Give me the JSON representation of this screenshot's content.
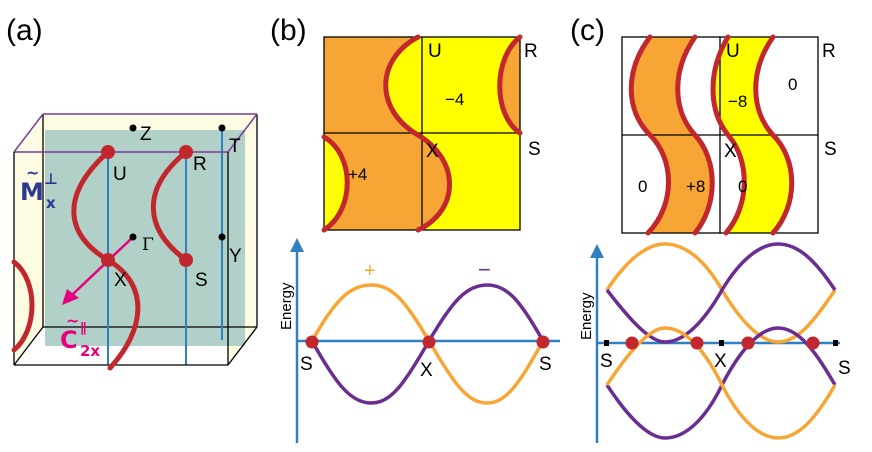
{
  "panels": {
    "a": {
      "label": "(a)"
    },
    "b": {
      "label": "(b)"
    },
    "c": {
      "label": "(c)"
    }
  },
  "panel_a": {
    "points": {
      "Z": "Z",
      "T": "T",
      "U": "U",
      "R": "R",
      "Gamma": "Γ",
      "X": "X",
      "S": "S",
      "Y": "Y"
    },
    "mirror_symbol": "M",
    "mirror_tilde": "~",
    "mirror_sup": "⊥",
    "mirror_sub": "x",
    "rot_symbol": "C",
    "rot_tilde": "~",
    "rot_sup": "∥",
    "rot_sub": "2x"
  },
  "panel_b": {
    "bz": {
      "U": "U",
      "R": "R",
      "X": "X",
      "S": "S",
      "charge_upper": "−4",
      "charge_lower": "+4"
    },
    "bands": {
      "ylabel": "Energy",
      "plus": "+",
      "minus": "−",
      "ticks": [
        "S",
        "X",
        "S"
      ]
    }
  },
  "panel_c": {
    "bz": {
      "U": "U",
      "R": "R",
      "X": "X",
      "S": "S",
      "charges": {
        "upper_yellow": "−8",
        "upper_white": "0",
        "lower_white_left": "0",
        "lower_orange": "+8",
        "lower_white_mid": "0"
      }
    },
    "bands": {
      "ylabel": "Energy",
      "ticks": [
        "S",
        "X",
        "S"
      ]
    }
  },
  "colors": {
    "red": "#c1272d",
    "orange": "#f7a534",
    "yellow": "#ffff00",
    "purple": "#6a2d91",
    "blue": "#2f7fc1",
    "magenta": "#e6007e",
    "teal": "#a9cbc4",
    "cream": "#fdfbe1"
  }
}
